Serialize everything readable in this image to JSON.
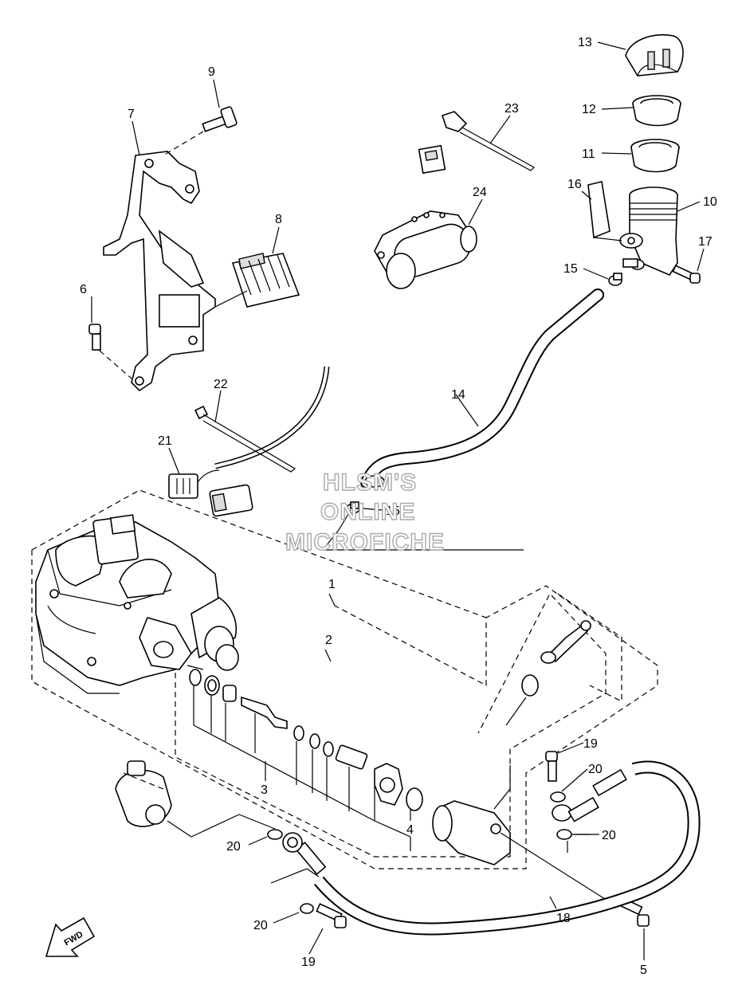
{
  "diagram": {
    "callouts": [
      "1",
      "2",
      "3",
      "4",
      "5",
      "6",
      "7",
      "8",
      "9",
      "10",
      "11",
      "12",
      "13",
      "14",
      "15",
      "15",
      "16",
      "17",
      "18",
      "19",
      "19",
      "20",
      "20",
      "20",
      "20",
      "21",
      "22",
      "23",
      "24"
    ],
    "fwd_label": "FWD",
    "watermark": [
      "HLSM'S",
      "ONLINE",
      "MICROFICHE"
    ]
  }
}
